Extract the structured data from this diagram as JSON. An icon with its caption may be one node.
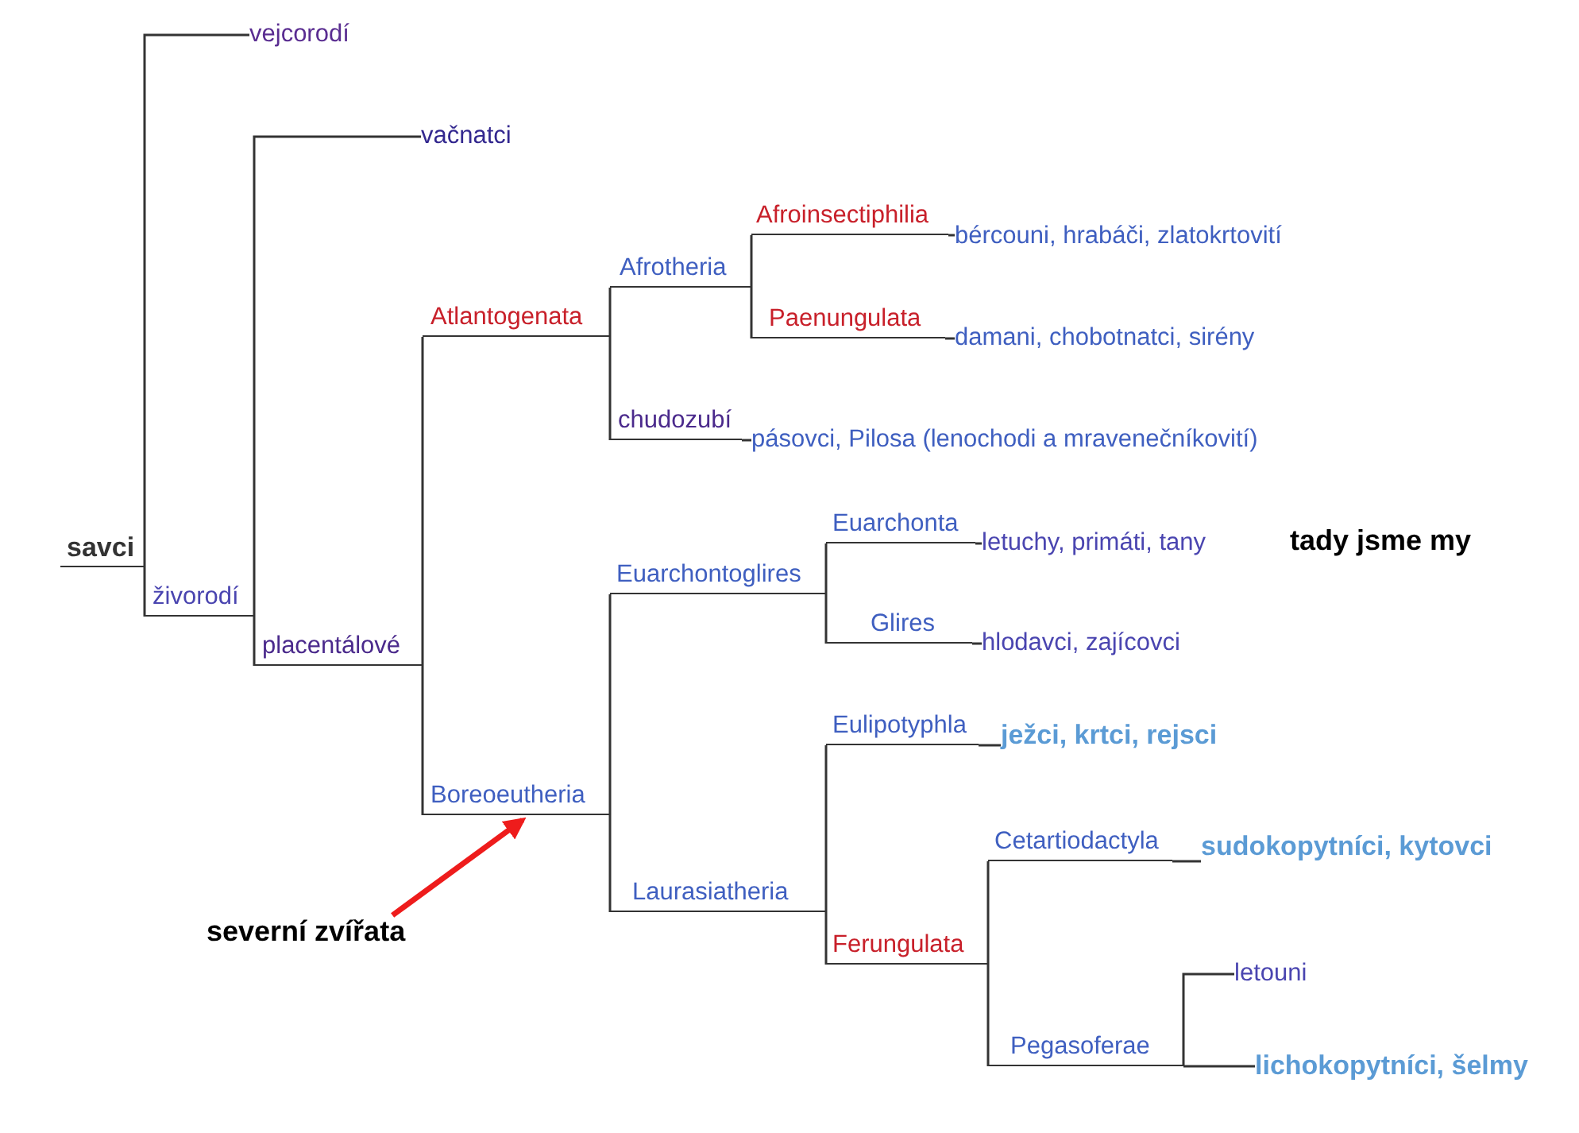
{
  "diagram": {
    "nodes": [
      {
        "text": [
          "savci"
        ]
      },
      {
        "text": [
          "vejcorodí"
        ]
      },
      {
        "text": [
          "živorodí"
        ]
      },
      {
        "text": [
          "vačnatci"
        ]
      },
      {
        "text": [
          "placentálové"
        ]
      },
      {
        "text": [
          "Atlantogenata"
        ]
      },
      {
        "text": [
          "Afrotheria"
        ]
      },
      {
        "text": [
          "Afroinsectiphilia"
        ]
      },
      {
        "text": [
          "bércouni, hrabáči, zlatokrtovití"
        ]
      },
      {
        "text": [
          "Paenungulata"
        ]
      },
      {
        "text": [
          "damani, chobotnatci, sirény"
        ]
      },
      {
        "text": [
          "chudozubí"
        ]
      },
      {
        "text": [
          "pásovci, Pilosa (lenochodi a mravenečníkovití)"
        ]
      },
      {
        "text": [
          "Boreoeutheria"
        ]
      },
      {
        "text": [
          "Euarchontoglires"
        ]
      },
      {
        "text": [
          "Euarchonta"
        ]
      },
      {
        "text": [
          "letuchy, primáti, tany"
        ]
      },
      {
        "text": [
          "Glires"
        ]
      },
      {
        "text": [
          "hlodavci, zajícovci"
        ]
      },
      {
        "text": [
          "Laurasiatheria"
        ]
      },
      {
        "text": [
          "Eulipotyphla"
        ]
      },
      {
        "text": [
          "ježci, krtci, rejsci"
        ]
      },
      {
        "text": [
          "Ferungulata"
        ]
      },
      {
        "text": [
          "Cetartiodactyla"
        ]
      },
      {
        "text": [
          "sudokopytníci, kytovci"
        ]
      },
      {
        "text": [
          "Pegasoferae"
        ]
      },
      {
        "text": [
          "letouni"
        ]
      },
      {
        "text": [
          "lichokopytníci, šelmy"
        ]
      },
      {
        "text": [
          "severní zvířata"
        ]
      }
    ],
    "edges": [
      {
        "from": 0,
        "to": 1,
        "arrow": "none"
      },
      {
        "from": 0,
        "to": 2,
        "arrow": "none"
      },
      {
        "from": 2,
        "to": 3,
        "arrow": "none"
      },
      {
        "from": 2,
        "to": 4,
        "arrow": "none"
      },
      {
        "from": 4,
        "to": 5,
        "arrow": "none"
      },
      {
        "from": 4,
        "to": 13,
        "arrow": "none"
      },
      {
        "from": 5,
        "to": 6,
        "arrow": "none"
      },
      {
        "from": 5,
        "to": 11,
        "arrow": "none"
      },
      {
        "from": 6,
        "to": 7,
        "arrow": "none"
      },
      {
        "from": 6,
        "to": 9,
        "arrow": "none"
      },
      {
        "from": 7,
        "to": 8,
        "arrow": "none"
      },
      {
        "from": 9,
        "to": 10,
        "arrow": "none"
      },
      {
        "from": 11,
        "to": 12,
        "arrow": "none"
      },
      {
        "from": 13,
        "to": 14,
        "arrow": "none"
      },
      {
        "from": 13,
        "to": 19,
        "arrow": "none"
      },
      {
        "from": 14,
        "to": 15,
        "arrow": "none"
      },
      {
        "from": 14,
        "to": 17,
        "arrow": "none"
      },
      {
        "from": 15,
        "to": 16,
        "arrow": "none"
      },
      {
        "from": 17,
        "to": 18,
        "arrow": "none"
      },
      {
        "from": 19,
        "to": 20,
        "arrow": "none"
      },
      {
        "from": 19,
        "to": 22,
        "arrow": "none"
      },
      {
        "from": 20,
        "to": 21,
        "arrow": "none"
      },
      {
        "from": 22,
        "to": 23,
        "arrow": "none"
      },
      {
        "from": 22,
        "to": 25,
        "arrow": "none"
      },
      {
        "from": 23,
        "to": 24,
        "arrow": "none"
      },
      {
        "from": 25,
        "to": 26,
        "arrow": "none"
      },
      {
        "from": 25,
        "to": 27,
        "arrow": "none"
      },
      {
        "from": 28,
        "to": 13,
        "arrow": "to",
        "style": "thick",
        "color": "#ee1c1c"
      }
    ],
    "labels": [
      "tady jsme my"
    ]
  }
}
